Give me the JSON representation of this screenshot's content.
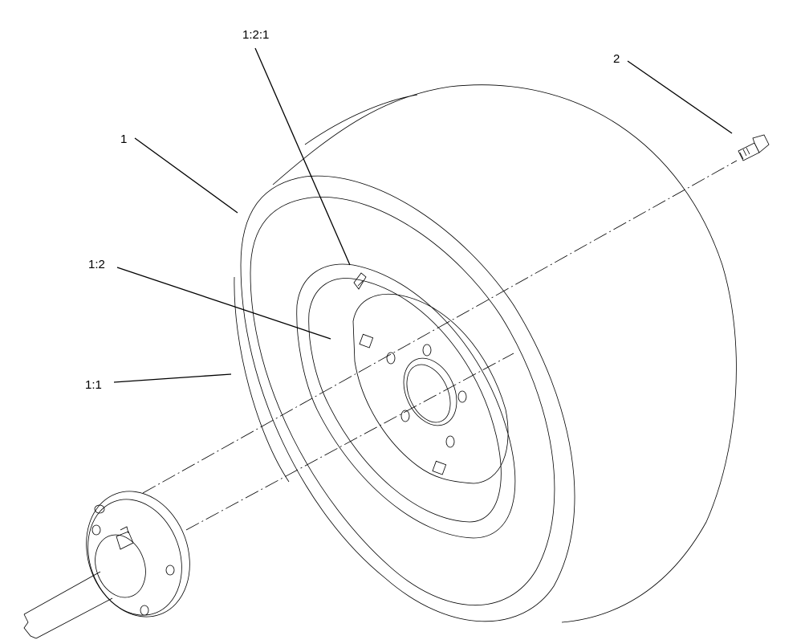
{
  "callouts": {
    "tire_assembly": "1",
    "tire": "1:1",
    "wheel_rim": "1:2",
    "valve_stem": "1:2:1",
    "lug_bolt": "2"
  }
}
